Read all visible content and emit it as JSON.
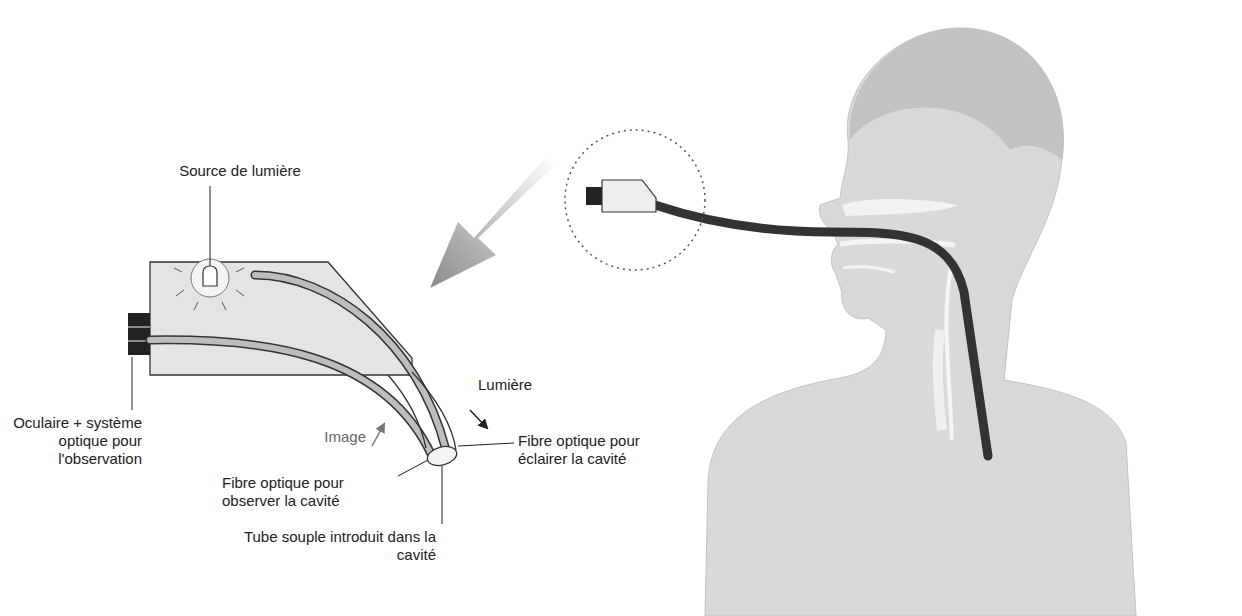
{
  "diagram": {
    "labels": [
      "Source de lumière",
      "Lumière",
      "Image",
      "Oculaire + système optique pour l'observation",
      "Fibre optique pour observer la cavité",
      "Fibre optique pour éclairer la cavité",
      "Tube souple introduit dans la cavité"
    ]
  }
}
